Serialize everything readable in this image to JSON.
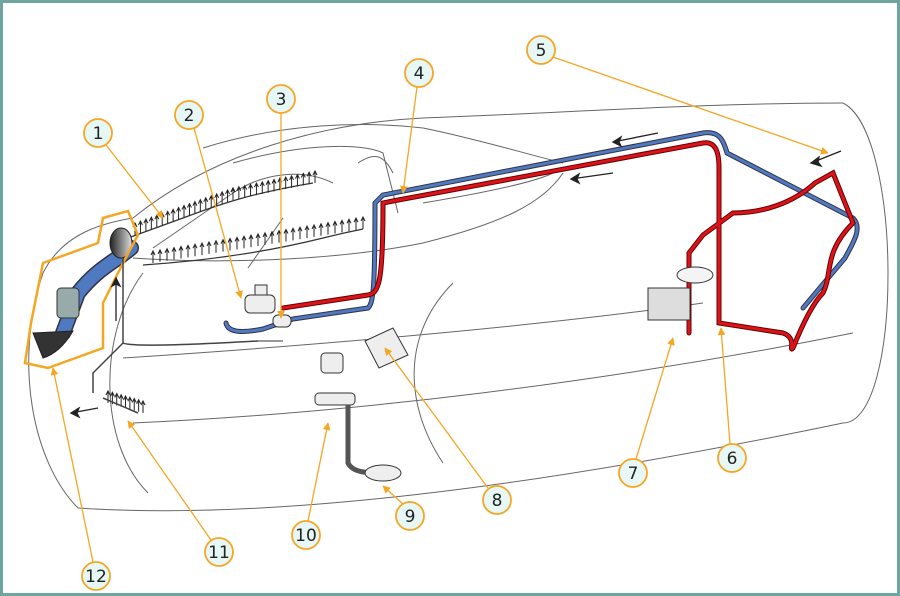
{
  "colors": {
    "frame": "#6fa5a0",
    "callout_border": "#f5a623",
    "callout_fill": "#e6f7f6",
    "hot_pipe": "#d9141b",
    "cold_pipe": "#4f79c0",
    "outline": "#555555"
  },
  "callouts": [
    {
      "label": "1"
    },
    {
      "label": "2"
    },
    {
      "label": "3"
    },
    {
      "label": "4"
    },
    {
      "label": "5"
    },
    {
      "label": "6"
    },
    {
      "label": "7"
    },
    {
      "label": "8"
    },
    {
      "label": "9"
    },
    {
      "label": "10"
    },
    {
      "label": "11"
    },
    {
      "label": "12"
    }
  ]
}
